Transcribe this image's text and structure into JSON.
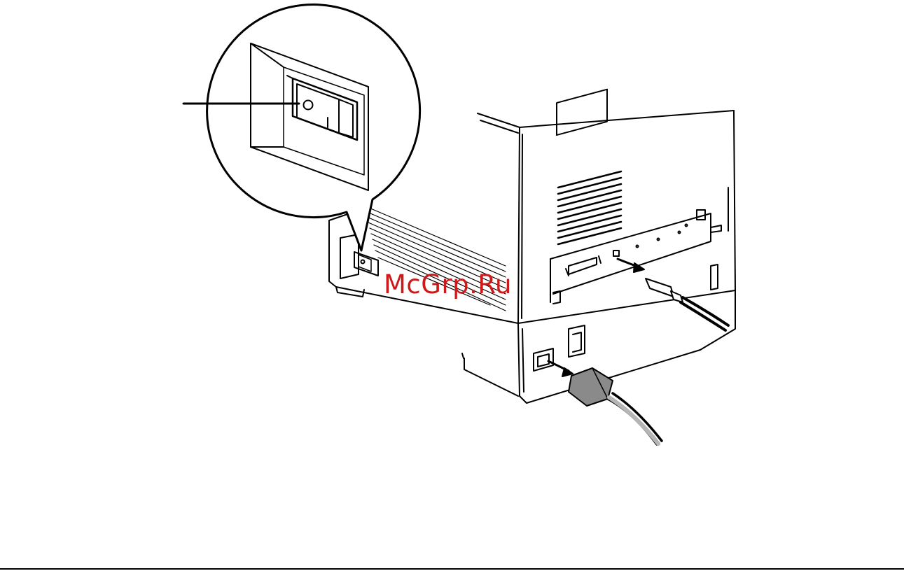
{
  "watermark": {
    "text": "McGrp.Ru",
    "color": "#cc1a1a"
  },
  "colors": {
    "line": "#000000",
    "plug_fill": "#8a8a8a",
    "cable_fill": "#b5b5b5",
    "background": "#ffffff"
  },
  "figure": {
    "subject": "printer-rear-power-switch-and-cables",
    "callout_switch_labels": {
      "off": "O",
      "on": "I"
    }
  }
}
